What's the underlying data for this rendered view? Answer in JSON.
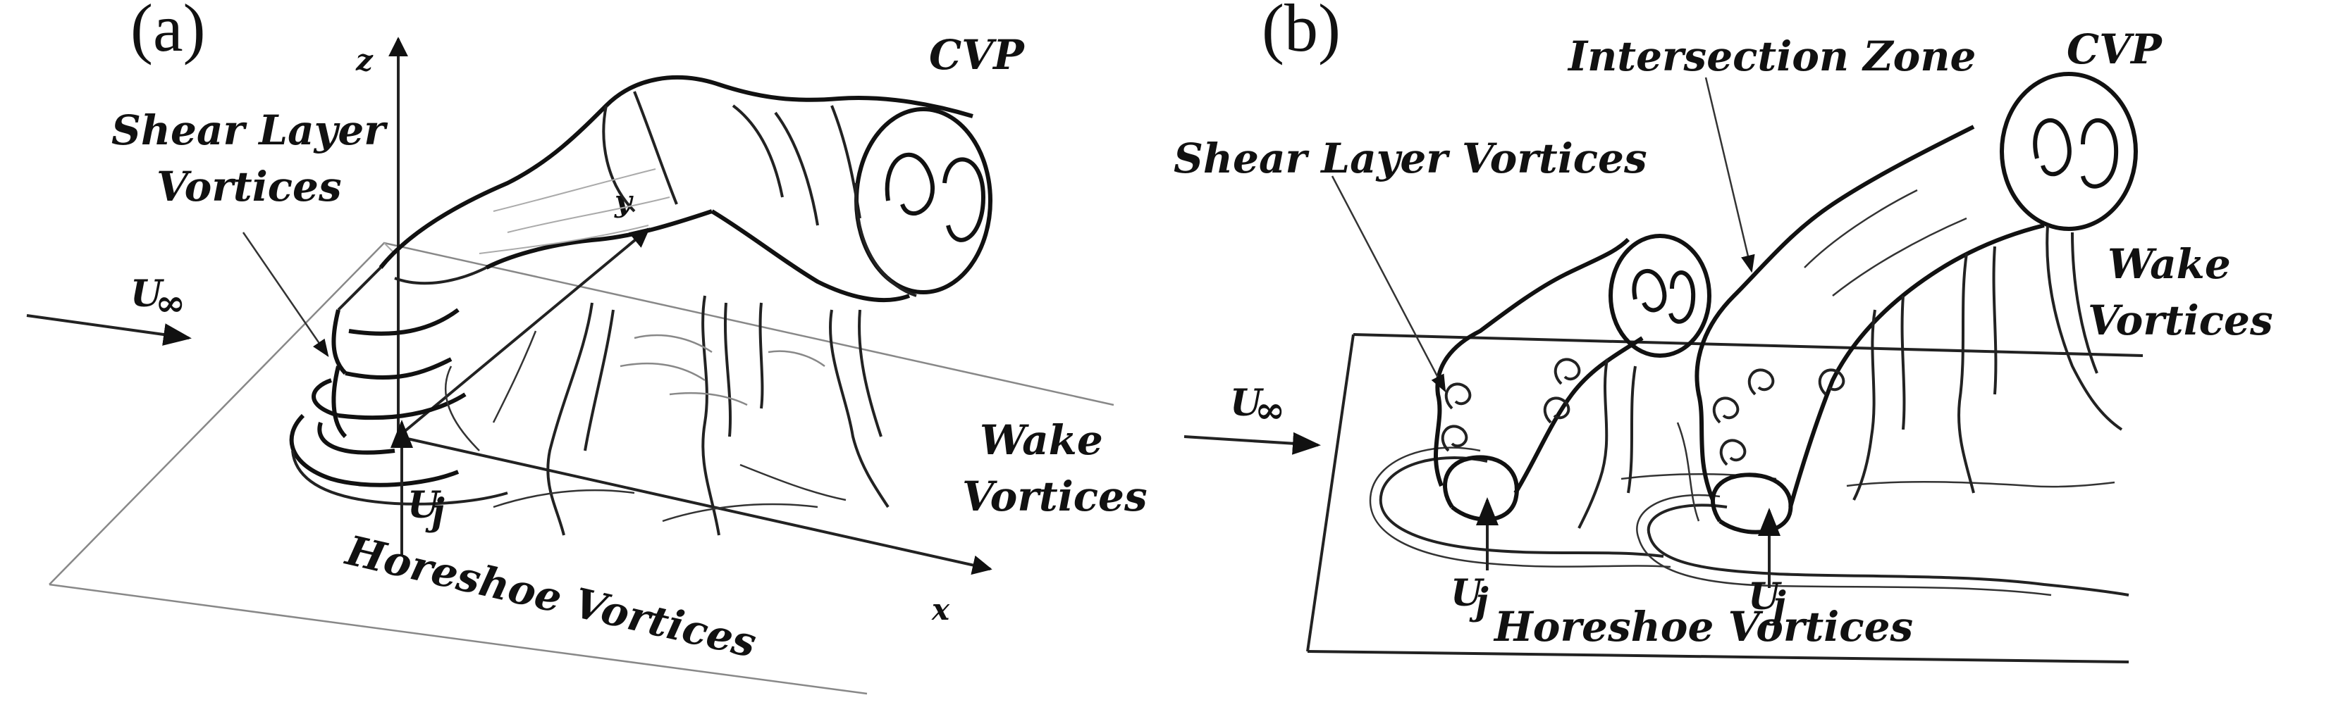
{
  "panel_a": {
    "label": "(a)",
    "cvp": "CVP",
    "shear_line1": "Shear Layer",
    "shear_line2": "Vortices",
    "u_inf_main": "U",
    "u_inf_sub": "∞",
    "wake_line1": "Wake",
    "wake_line2": "Vortices",
    "uj_main": "U",
    "uj_sub": "j",
    "horseshoe": "Horeshoe Vortices",
    "axis_z": "z",
    "axis_y": "y",
    "axis_x": "x"
  },
  "panel_b": {
    "label": "(b)",
    "intersection": "Intersection Zone",
    "cvp": "CVP",
    "shear": "Shear Layer Vortices",
    "wake_line1": "Wake",
    "wake_line2": "Vortices",
    "u_inf_main": "U",
    "u_inf_sub": "∞",
    "uj1_main": "U",
    "uj1_sub": "j",
    "uj2_main": "U",
    "uj2_sub": "j",
    "horseshoe": "Horeshoe Vortices"
  }
}
